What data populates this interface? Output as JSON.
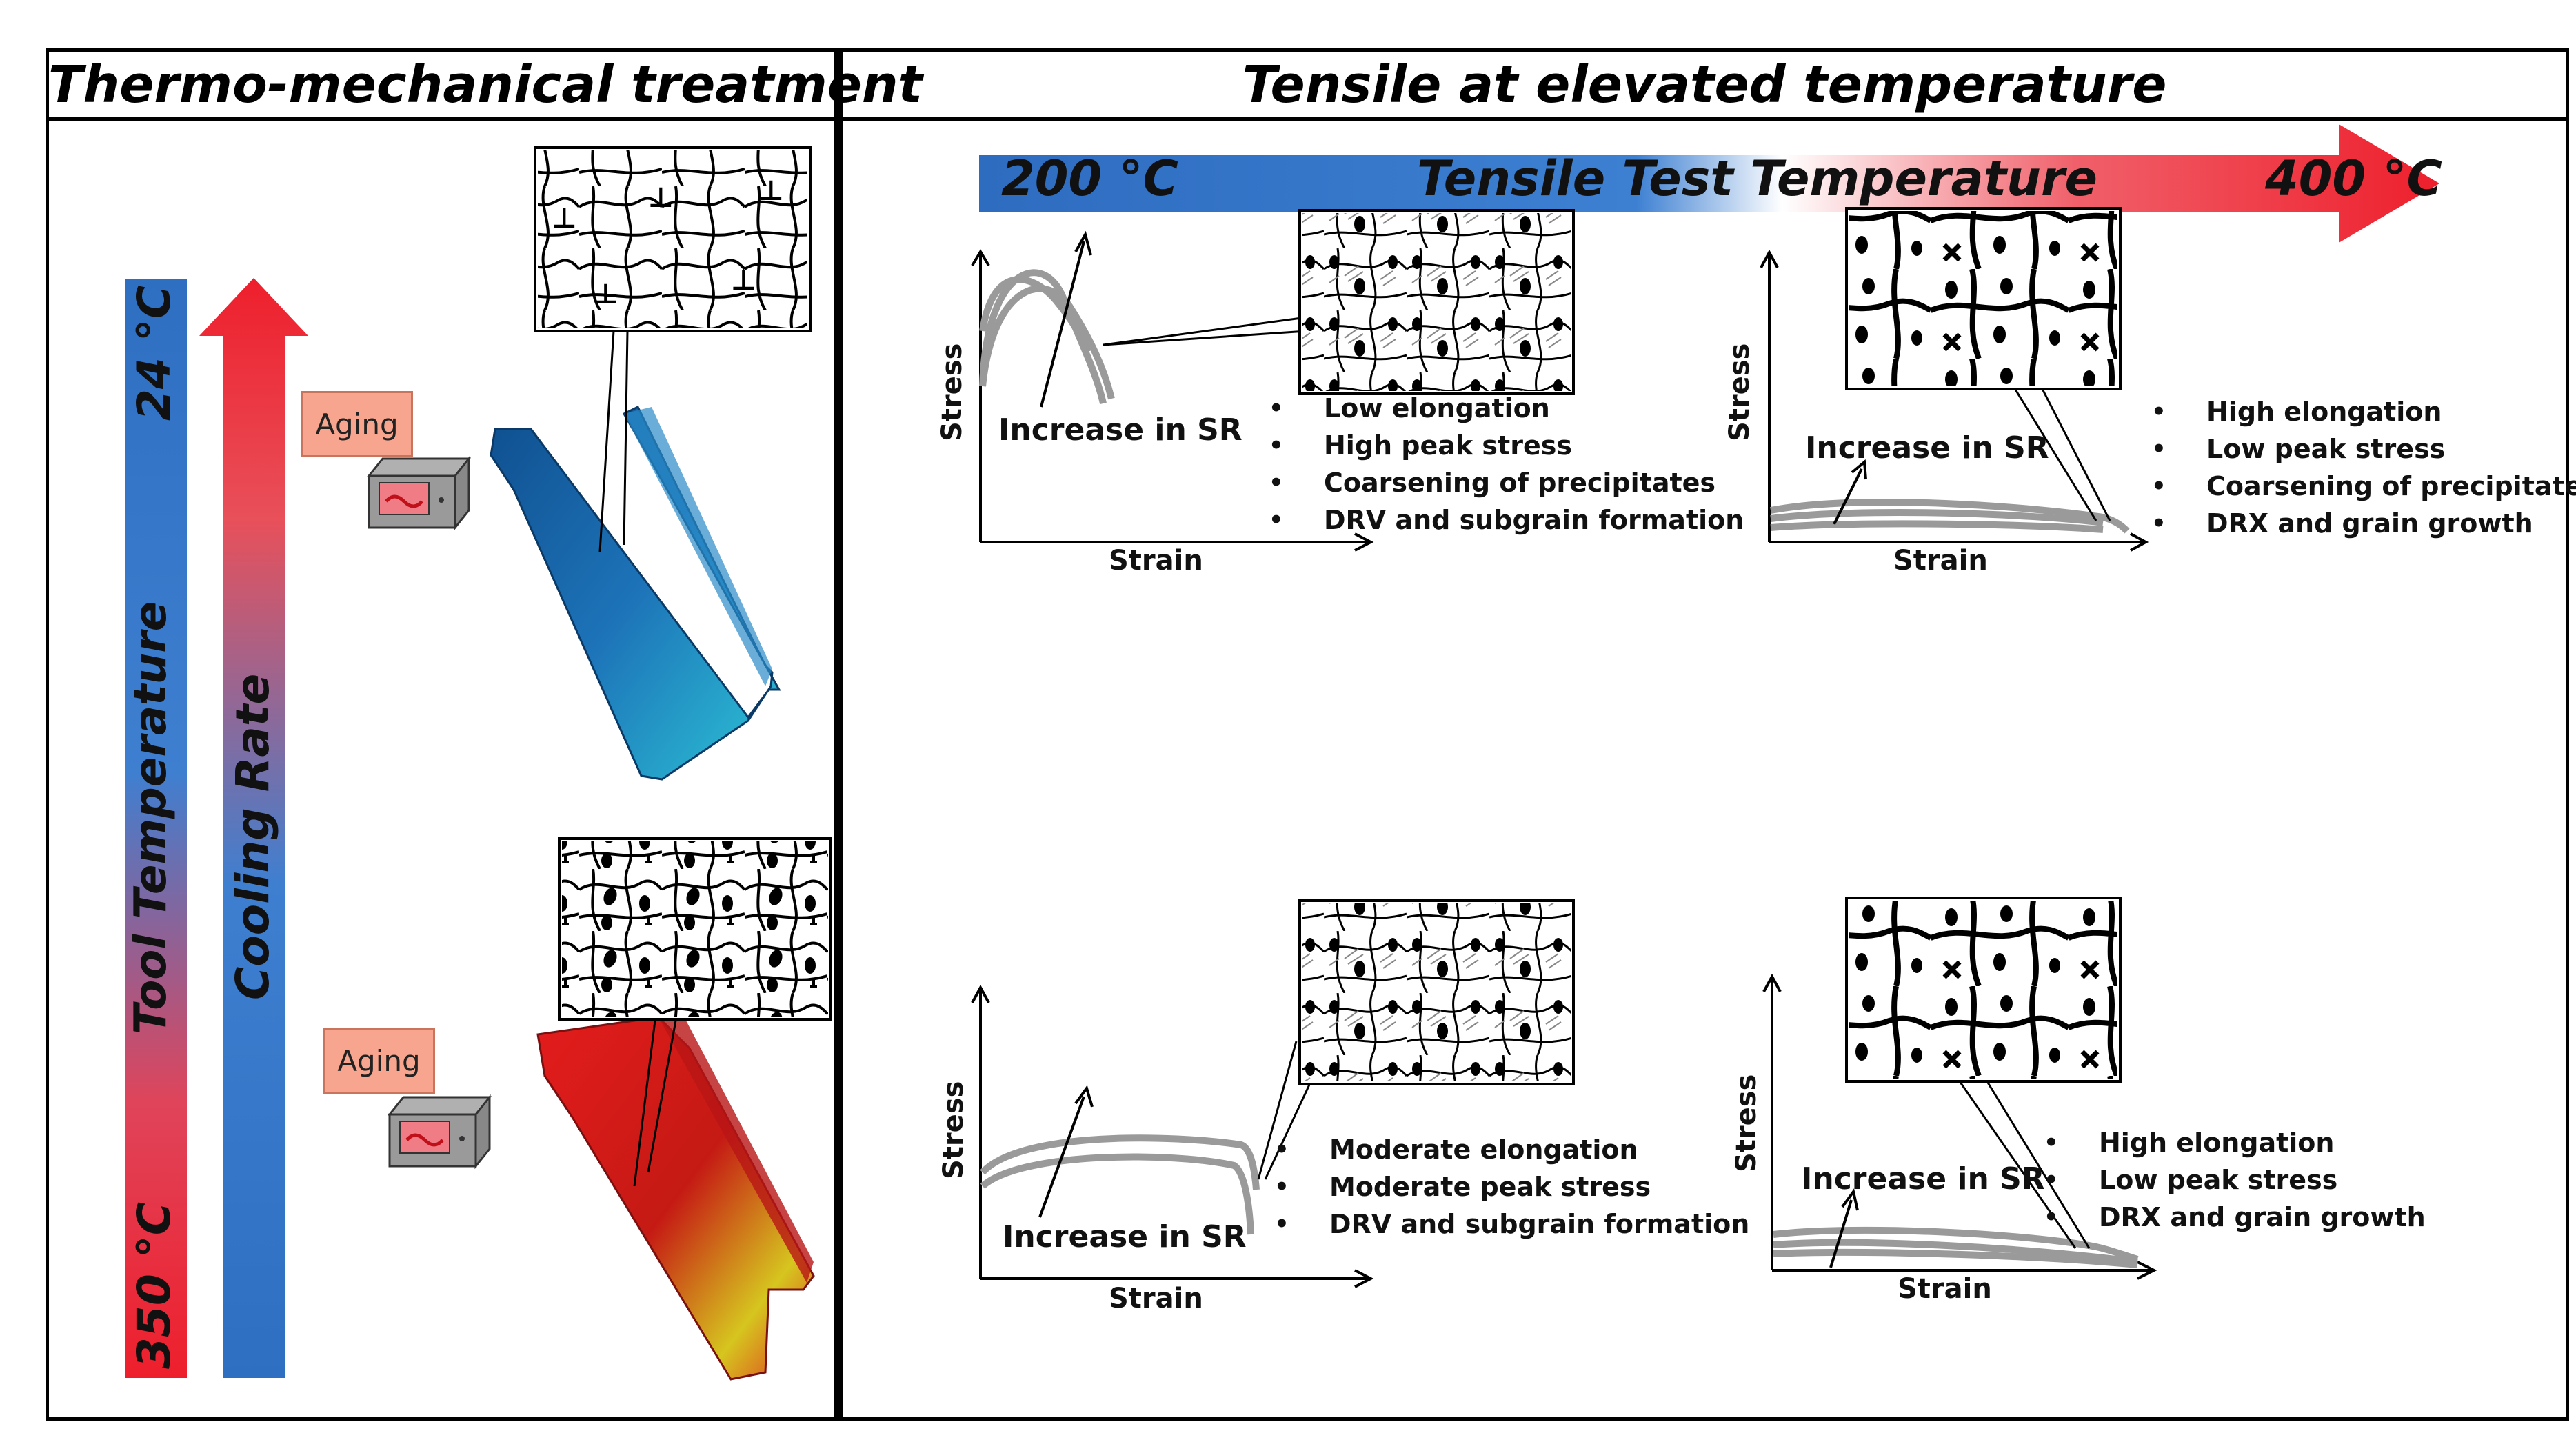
{
  "left_panel": {
    "title": "Thermo-mechanical treatment",
    "tool_temperature": {
      "label": "Tool Temperature",
      "top_value": "24 °C",
      "bottom_value": "350 °C"
    },
    "cooling_rate": {
      "label": "Cooling Rate"
    },
    "aging_upper": "Aging",
    "aging_lower": "Aging"
  },
  "right_panel": {
    "title": "Tensile at elevated temperature",
    "temperature_arrow": {
      "start": "200 °C",
      "label": "Tensile Test Temperature",
      "end": "400 °C"
    },
    "plots": [
      {
        "id": "top-left",
        "x_label": "Strain",
        "y_label": "Stress",
        "annotation": "Increase in SR",
        "bullets": [
          "Low elongation",
          "High peak stress",
          "Coarsening of precipitates",
          "DRV and subgrain formation"
        ]
      },
      {
        "id": "top-right",
        "x_label": "Strain",
        "y_label": "Stress",
        "annotation": "Increase in SR",
        "bullets": [
          "High elongation",
          "Low peak stress",
          "Coarsening of precipitates",
          "DRX and grain growth"
        ]
      },
      {
        "id": "bottom-left",
        "x_label": "Strain",
        "y_label": "Stress",
        "annotation": "Increase in SR",
        "bullets": [
          "Moderate elongation",
          "Moderate peak stress",
          "DRV and subgrain formation"
        ]
      },
      {
        "id": "bottom-right",
        "x_label": "Strain",
        "y_label": "Stress",
        "annotation": "Increase in SR",
        "bullets": [
          "High elongation",
          "Low peak stress",
          "DRX and grain growth"
        ]
      }
    ]
  }
}
